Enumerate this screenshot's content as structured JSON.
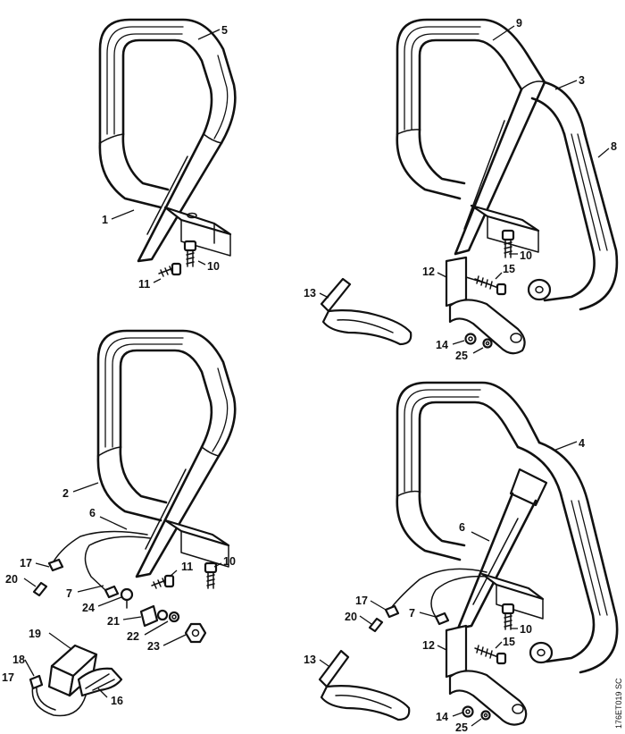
{
  "drawing_code": "176ET019 SC",
  "callouts": {
    "c5": "5",
    "c1": "1",
    "c10a": "10",
    "c11a": "11",
    "c9": "9",
    "c3": "3",
    "c8": "8",
    "c10b": "10",
    "c12a": "12",
    "c15a": "15",
    "c13a": "13",
    "c14a": "14",
    "c25a": "25",
    "c2": "2",
    "c6a": "6",
    "c17a": "17",
    "c20a": "20",
    "c7a": "7",
    "c11b": "11",
    "c10c": "10",
    "c24": "24",
    "c21": "21",
    "c22": "22",
    "c23": "23",
    "c19": "19",
    "c18": "18",
    "c17b": "17",
    "c16": "16",
    "c4": "4",
    "c6b": "6",
    "c17c": "17",
    "c20b": "20",
    "c7b": "7",
    "c10d": "10",
    "c12b": "12",
    "c15b": "15",
    "c13b": "13",
    "c14b": "14",
    "c25b": "25"
  }
}
